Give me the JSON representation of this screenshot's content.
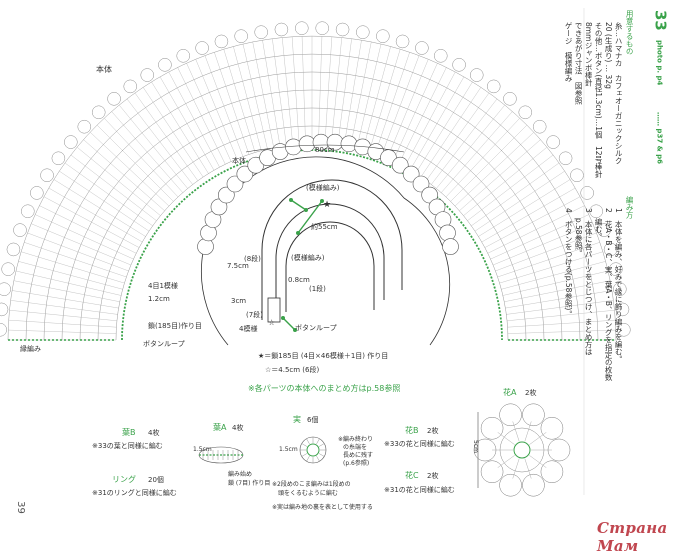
{
  "labels": {
    "honttai_outer": "本体",
    "honttai_inner": "本体",
    "width_80": "80cm",
    "moyou_top": "(模様編み)",
    "yaku55": "約55cm",
    "moyou_mid": "(模様編み)",
    "cm08": "0.8cm",
    "dan1": "(1段)",
    "cm75": "7.5cm",
    "dan8": "(8段)",
    "cm3": "3cm",
    "dan7": "(7段)",
    "yon_moyou": "4模様",
    "button_loop_inner": "ボタンループ",
    "first_row": "★＝鎖185目 (4目×46模様＋1目) 作り目",
    "star_45": "☆＝4.5cm (6段)",
    "left_4moku": "4目1模様",
    "left_12cm": "1.2cm",
    "left_kusari": "鎖(185目)作り目",
    "left_button_loop": "ボタンループ",
    "left_hikinuki": "縁編み",
    "note_parts": "※各パーツの本体へのまとめ方はp.58参照",
    "page_number": "39"
  },
  "sidebar": {
    "title_num": "33",
    "title_en": "photo  p.  p4",
    "title_page": "…… p37 & p6",
    "materials_head": "用意するもの",
    "materials_lines": [
      "糸…ハマナカ　カフェオーガニックシルク",
      "20 (生成り) … 32g",
      "その他…ボタン(直径1.3cm)…1個　12号棒針",
      "8mmジャンボ棒針",
      "できあがり寸法　図参照",
      "ゲージ　模様編み"
    ],
    "steps_head": "編み方",
    "steps": [
      "1　本体を編み、好みで縁に飾り編みを編む。",
      "2　花A・B・C、実、葉A・B、リングを指定の枚数",
      "　 編む。",
      "3　本体に各パーツをとじつけ、まとめ方は",
      "　 p.58参照。",
      "4　ボタンをつける(p.58参照)。"
    ]
  },
  "parts": {
    "leafB_title": "葉B",
    "leafB_count": "4枚",
    "leafB_note": "※33の葉と同様に編む",
    "ring_title": "リング",
    "ring_count": "20個",
    "ring_note": "※31のリングと同様に編む",
    "leafA_title": "葉A",
    "leafA_count": "4枚",
    "leafA_size": "1.5cm",
    "leafA_start": "編み始め",
    "leafA_chain": "鎖 (7目) 作り目",
    "fruit_title": "実",
    "fruit_count": "6個",
    "fruit_size": "1.5cm",
    "fruit_note1": "※編み終わり",
    "fruit_note2": "の糸端を",
    "fruit_note3": "長めに残す",
    "fruit_note4": "(p.6参照)",
    "fruit_row2": "※2段めのこま編みは1段めの",
    "fruit_row2b": "頭をくるむように編む",
    "fruit_row3": "※実は編み地の裏を表として使用する",
    "flowerB_title": "花B",
    "flowerB_count": "2枚",
    "flowerB_note": "※33の花と同様に編む",
    "flowerC_title": "花C",
    "flowerC_count": "2枚",
    "flowerC_note": "※31の花と同様に編む",
    "flowerA_title": "花A",
    "flowerA_count": "2枚",
    "flowerA_size": "5cm"
  },
  "watermark": "Страна Мам",
  "colors": {
    "accent_green": "#3aa24a",
    "ink": "#333333",
    "watermark_red": "#c0464f"
  }
}
